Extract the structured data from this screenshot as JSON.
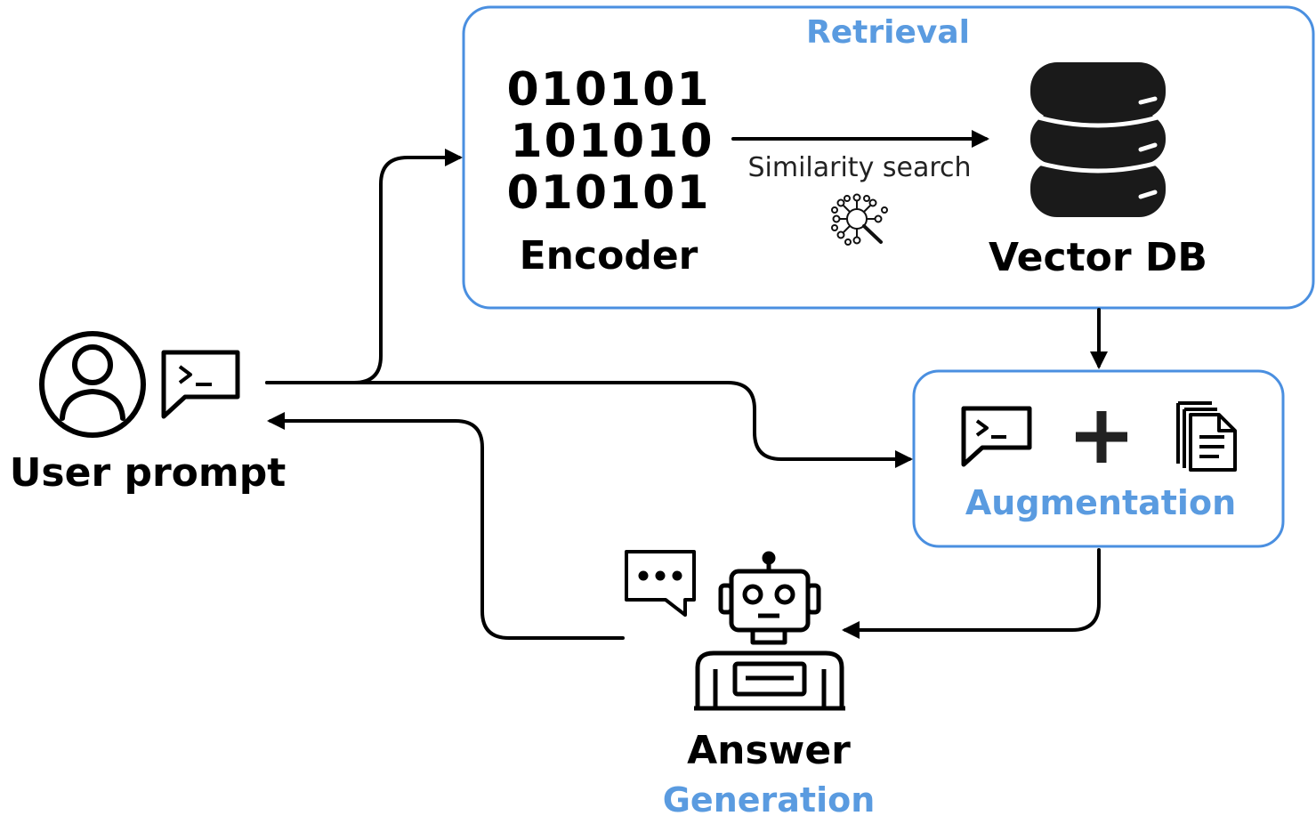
{
  "retrieval": {
    "title": "Retrieval",
    "binary_rows": [
      "010101",
      "101010",
      "010101"
    ],
    "encoder_label": "Encoder",
    "search_label": "Similarity search",
    "vector_db_label": "Vector DB"
  },
  "user": {
    "label": "User prompt"
  },
  "augmentation": {
    "title": "Augmentation"
  },
  "answer": {
    "label": "Answer",
    "sublabel": "Generation"
  },
  "colors": {
    "accent_blue": "#5a9be0",
    "box_border": "#4a8fe0",
    "ink": "#000000"
  }
}
